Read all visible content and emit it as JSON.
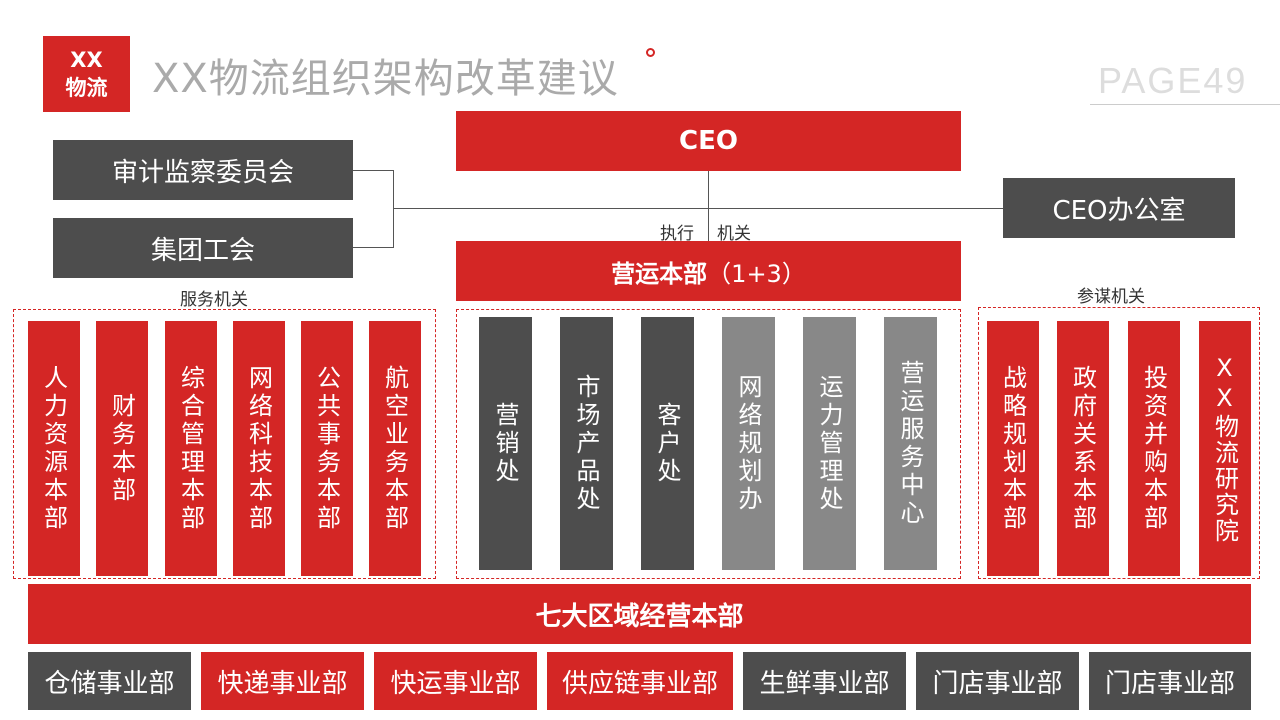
{
  "logo": {
    "line1": "XX",
    "line2": "物流"
  },
  "title": "XX物流组织架构改革建议",
  "page_label": "PAGE49",
  "ceo": "CEO",
  "ceo_office": "CEO办公室",
  "audit": "审计监察委员会",
  "union": "集团工会",
  "exec_label": "执行",
  "org_label": "机关",
  "ops": {
    "main": "营运本部",
    "suffix": "（1+3）"
  },
  "service_label": "服务机关",
  "advisory_label": "参谋机关",
  "service_depts": [
    "人力资源本部",
    "财务本部",
    "综合管理本部",
    "网络科技本部",
    "公共事务本部",
    "航空业务本部"
  ],
  "ops_units": [
    "营销处",
    "市场产品处",
    "客户处",
    "网络规划办",
    "运力管理处",
    "营运服务中心"
  ],
  "advisory_depts": [
    "战略规划本部",
    "政府关系本部",
    "投资并购本部",
    "XX物流研究院"
  ],
  "regions": "七大区域经营本部",
  "business_units": [
    "仓储事业部",
    "快递事业部",
    "快运事业部",
    "供应链事业部",
    "生鲜事业部",
    "门店事业部",
    "门店事业部"
  ],
  "colors": {
    "accent": "#d42625",
    "dark_gray": "#4d4d4d",
    "light_gray": "#888888"
  }
}
